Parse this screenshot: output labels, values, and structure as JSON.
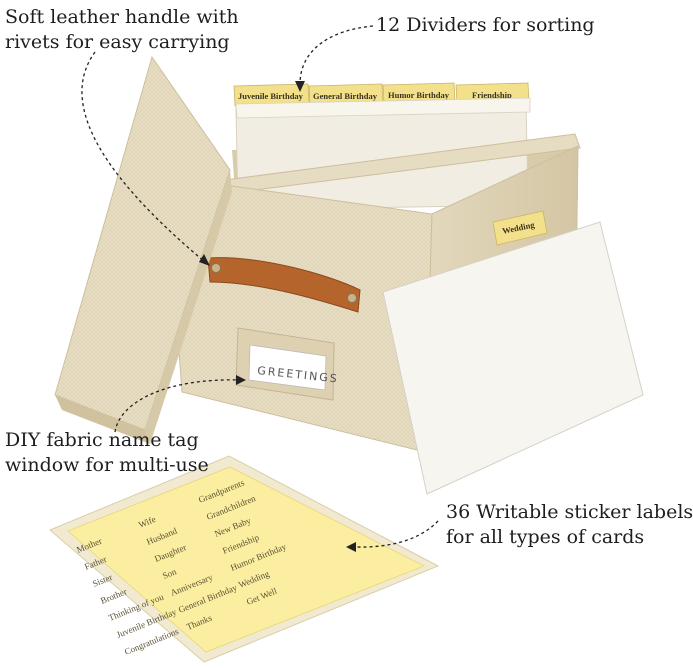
{
  "callouts": {
    "handle": [
      "Soft leather handle with",
      "rivets for easy carrying"
    ],
    "dividers": "12 Dividers for sorting",
    "tag_window": [
      "DIY fabric name tag",
      "window for multi-use"
    ],
    "stickers": [
      "36 Writable sticker labels",
      "for all types of cards"
    ]
  },
  "divider_tabs": [
    "Juvenile Birthday",
    "General Birthday",
    "Humor Birthday",
    "Friendship"
  ],
  "loose_divider_tab": "Wedding",
  "name_tag": "GREETINGS",
  "sticker_labels": {
    "column_1": [
      "Mother",
      "Father",
      "Sister",
      "Brother",
      "Thinking of you",
      "Juvenile Birthday",
      "Congratulations"
    ],
    "column_2": [
      "Wife",
      "Husband",
      "Daughter",
      "Son",
      "Anniversary",
      "General Birthday",
      "Thanks"
    ],
    "column_3": [
      "Grandparents",
      "Grandchildren",
      "New Baby",
      "Friendship",
      "Humor Birthday",
      "Wedding",
      "Get Well"
    ]
  },
  "colors": {
    "fabric": "#e9dfc6",
    "fabric_dark": "#d6c9a8",
    "tab_yellow": "#f3e08a",
    "sticker_yellow": "#fbeea0",
    "leather": "#b5652c",
    "divider_white": "#f7f5f0"
  }
}
